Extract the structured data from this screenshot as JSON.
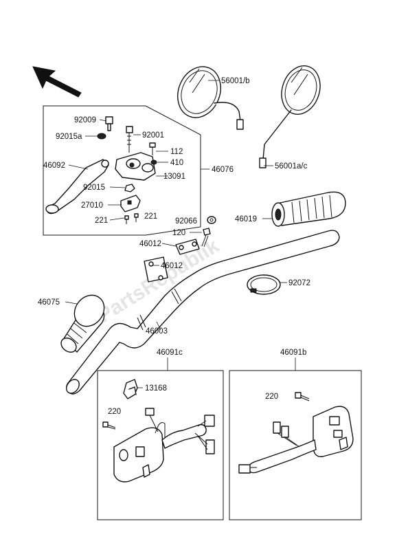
{
  "watermark": "PartsRepublik",
  "callouts": {
    "p56001b": "56001/b",
    "p56001ac": "56001a/c",
    "p92009": "92009",
    "p92015a": "92015a",
    "p92001": "92001",
    "p112": "112",
    "p410": "410",
    "p46092": "46092",
    "p46076": "46076",
    "p13091": "13091",
    "p92015": "92015",
    "p27010": "27010",
    "p221a": "221",
    "p221b": "221",
    "p92066": "92066",
    "p46019": "46019",
    "p120": "120",
    "p46012a": "46012",
    "p46012b": "46012",
    "p92072": "92072",
    "p46075": "46075",
    "p46003": "46003",
    "p46091c": "46091c",
    "p46091b": "46091b",
    "p13168": "13168",
    "p220a": "220",
    "p220b": "220"
  }
}
